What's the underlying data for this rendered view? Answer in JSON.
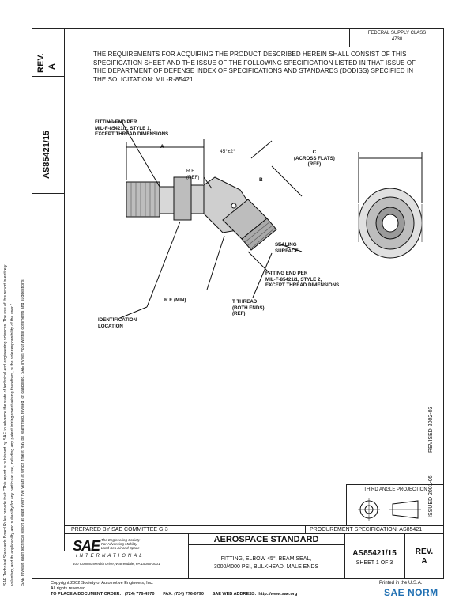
{
  "left_column": {
    "rev_label": "REV.",
    "rev_value": "A",
    "doc_number": "AS85421/15"
  },
  "side_notice": {
    "line1": "SAE Technical Standards Board Rules provide that: \"This report is published by SAE to advance the state of technical and engineering sciences. The use of this report is entirely",
    "line2": "voluntary, and its applicability and suitability for any particular use, including any patent infringement arising therefrom, is the sole responsibility of the user.\"",
    "line3": "SAE reviews each technical report at least every five years at which time it may be reaffirmed, revised, or cancelled. SAE invites your written comments and suggestions."
  },
  "federal_supply": {
    "line1": "FEDERAL SUPPLY CLASS",
    "line2": "4730"
  },
  "requirements_text": "THE REQUIREMENTS FOR ACQUIRING THE PRODUCT DESCRIBED HEREIN SHALL CONSIST OF THIS SPECIFICATION SHEET AND THE ISSUE OF THE FOLLOWING SPECIFICATION LISTED IN THAT ISSUE OF THE DEPARTMENT OF DEFENSE INDEX OF SPECIFICATIONS AND STANDARDS (DODISS) SPECIFIED IN THE SOLICITATION: MIL-R-85421.",
  "drawing": {
    "callout_fitting1_l1": "FITTING END PER",
    "callout_fitting1_l2": "MIL-F-85421/2, STYLE 1,",
    "callout_fitting1_l3": "EXCEPT THREAD DIMENSIONS",
    "dim_a": "A",
    "angle": "45°±2°",
    "rf_l1": "R F",
    "rf_l2": "(REF)",
    "dim_b": "B",
    "dim_c_l1": "C",
    "dim_c_l2": "(ACROSS FLATS)",
    "dim_c_l3": "(REF)",
    "sealing_l1": "SEALING",
    "sealing_l2": "SURFACE",
    "callout_fitting2_l1": "FITTING END PER",
    "callout_fitting2_l2": "MIL-F-85421/1, STYLE 2,",
    "callout_fitting2_l3": "EXCEPT THREAD DIMENSIONS",
    "re_label": "R E (MIN)",
    "t_l1": "T THREAD",
    "t_l2": "(BOTH ENDS)",
    "t_l3": "(REF)",
    "id_l1": "IDENTIFICATION",
    "id_l2": "LOCATION"
  },
  "dates": {
    "revised": "REVISED 2002-03",
    "issued": "ISSUED 2001-05"
  },
  "third_angle": "THIRD ANGLE PROJECTION",
  "title_block": {
    "prepared_by": "PREPARED BY SAE COMMITTEE G-3",
    "procurement": "PROCUREMENT SPECIFICATION: AS85421",
    "sae_logo": "SAE",
    "sae_tag1": "The Engineering Society",
    "sae_tag2": "For Advancing Mobility",
    "sae_tag3": "Land Sea Air and Space",
    "sae_international": "INTERNATIONAL",
    "sae_address": "400 Commonwealth Drive, Warrendale, PA 15096-0001",
    "aerospace_standard": "AEROSPACE STANDARD",
    "title_l1": "FITTING, ELBOW 45°, BEAM SEAL,",
    "title_l2": "3000/4000 PSI, BULKHEAD, MALE ENDS",
    "doc_number": "AS85421/15",
    "sheet": "SHEET 1 OF 3",
    "rev_label": "REV.",
    "rev_value": "A"
  },
  "footer": {
    "copyright": "Copyright 2002 Society of Automotive Engineers, Inc.",
    "rights": "All rights reserved.",
    "printed": "Printed in the U.S.A.",
    "order": "TO PLACE A DOCUMENT ORDER:   (724) 776-4970       FAX: (724) 776-0790       SAE WEB ADDRESS:  http://www.sae.org",
    "watermark": "SAE NORM"
  }
}
